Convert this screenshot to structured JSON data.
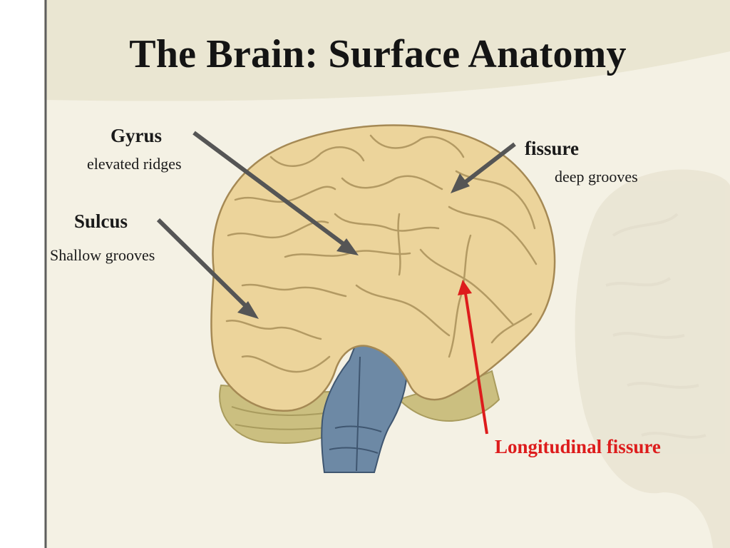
{
  "title": "The Brain: Surface Anatomy",
  "labels": {
    "gyrus": {
      "term": "Gyrus",
      "description": "elevated ridges"
    },
    "sulcus": {
      "term": "Sulcus",
      "description": "Shallow grooves"
    },
    "fissure": {
      "term": "fissure",
      "description": "deep grooves"
    },
    "longitudinal": {
      "term": "Longitudinal fissure"
    }
  },
  "colors": {
    "background": "#f4f1e4",
    "brain": "#ecd49b",
    "brainstem": "#6d89a5",
    "cerebellum": "#cbbf80",
    "arrow": "#555555",
    "highlight_arrow": "#dd1c1c",
    "title": "#141414"
  }
}
